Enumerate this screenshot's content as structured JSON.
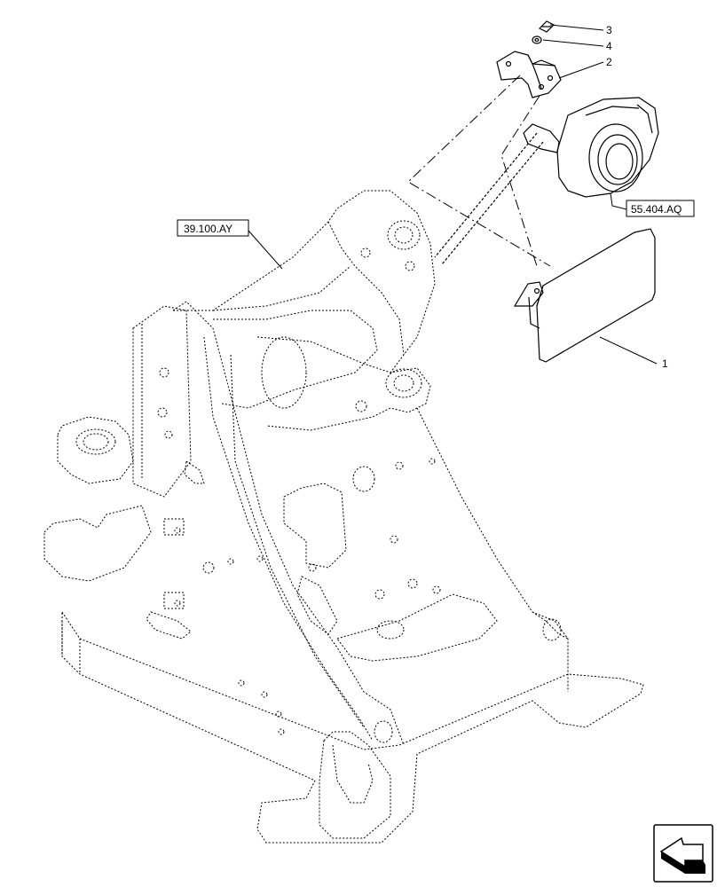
{
  "callouts": {
    "item_1": "1",
    "item_2": "2",
    "item_3": "3",
    "item_4": "4"
  },
  "references": {
    "frame_ref": "39.100.AY",
    "lamp_ref": "55.404.AQ"
  },
  "icons": {
    "nav": "next-page-arrow-icon"
  }
}
